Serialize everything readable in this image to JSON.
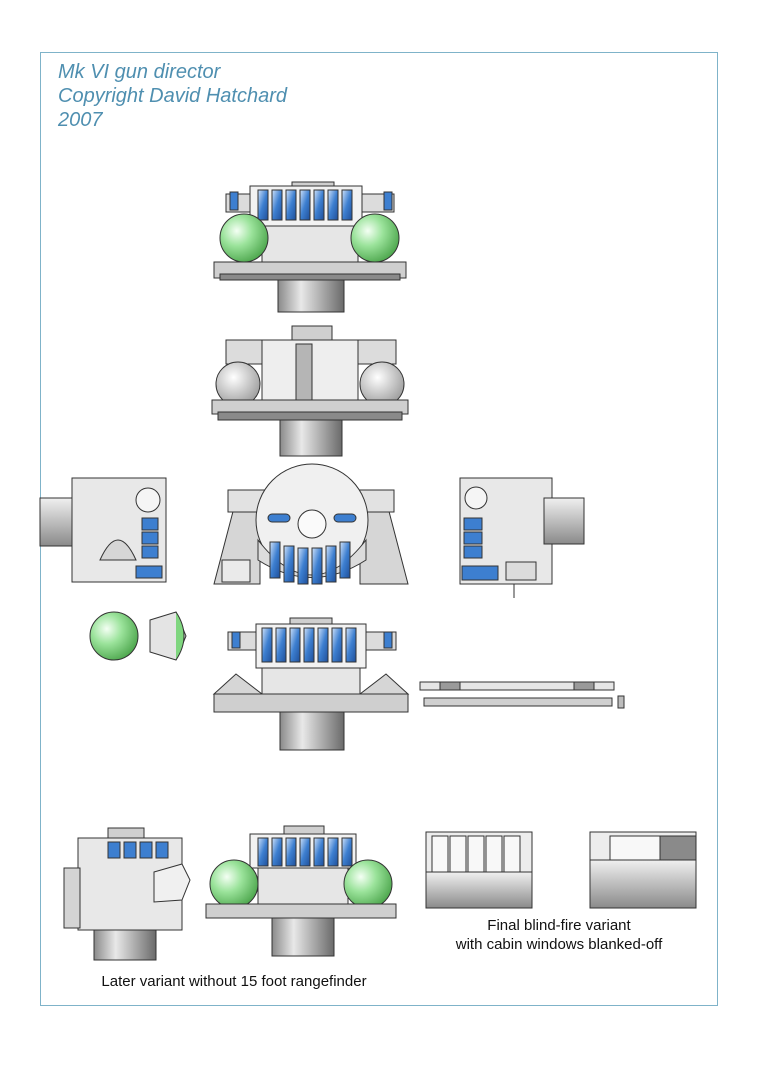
{
  "title": {
    "line1": "Mk VI gun director",
    "line2": "Copyright David Hatchard",
    "line3": "2007"
  },
  "captions": {
    "later_variant": "Later variant without 15 foot rangefinder",
    "blind_fire_line1": "Final blind-fire variant",
    "blind_fire_line2": "with cabin windows blanked-off"
  },
  "colors": {
    "frame": "#7fb3c9",
    "title": "#4f8fb0",
    "window_blue": "#3d7fd0",
    "sphere_green": "#7fd67f",
    "grey_light": "#e2e2e2",
    "grey_mid": "#b5b5b5",
    "grey_dark": "#6e6e6e"
  }
}
